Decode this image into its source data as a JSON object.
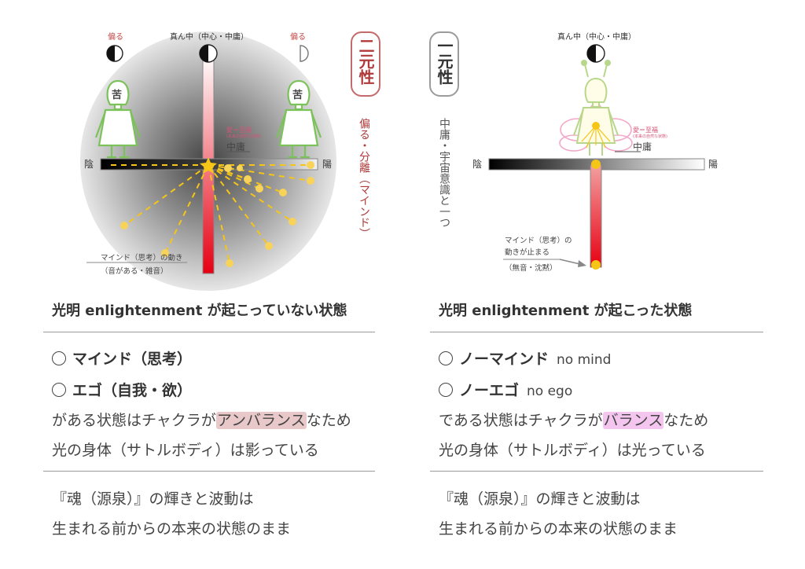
{
  "left_panel": {
    "label_bias_left": "偏る",
    "label_center": "真ん中（中心・中庸）",
    "label_bias_right": "偏る",
    "figure_face_glyph": "苦",
    "label_yin": "陰",
    "label_yang": "陽",
    "love_label": "愛＝至福",
    "love_sub": "(本来の自然な状態)",
    "middle_label": "中庸",
    "mind_move_label": "マインド（思考）の動き",
    "mind_move_sub": "（音がある・雑音）",
    "vertical_box": "二元性",
    "vertical_text": "偏る・分離（マインド）",
    "heading": "光明 enlightenment が起こっていない状態",
    "item1": "マインド（思考）",
    "item2": "エゴ（自我・欲）",
    "line3_pre": "がある状態はチャクラが",
    "line3_hl": "アンバランス",
    "line3_post": "なため",
    "line4": "光の身体（サトルボディ）は影っている",
    "soul1": "『魂（源泉）』の輝きと波動は",
    "soul2": "生まれる前からの本来の状態のまま"
  },
  "right_panel": {
    "label_center": "真ん中（中心・中庸）",
    "label_yin": "陰",
    "label_yang": "陽",
    "love_label": "愛＝至福",
    "love_sub": "(本来の自然な状態)",
    "middle_label": "中庸",
    "mind_stop_label1": "マインド（思考）の",
    "mind_stop_label2": "動きが止まる",
    "mind_stop_sub": "（無音・沈黙）",
    "vertical_box": "一元性",
    "vertical_text": "中庸・宇宙意識と一つ",
    "heading": "光明 enlightenment が起こった状態",
    "item1": "ノーマインド",
    "item1_en": "no mind",
    "item2": "ノーエゴ",
    "item2_en": "no ego",
    "line3_pre": "である状態はチャクラが",
    "line3_hl": "バランス",
    "line3_post": "なため",
    "line4": "光の身体（サトルボディ）は光っている",
    "soul1": "『魂（源泉）』の輝きと波動は",
    "soul2": "生まれる前からの本来の状態のまま"
  },
  "colors": {
    "red_accent": "#c44a4a",
    "gold": "#f5c518",
    "figure_green": "#7cc25a",
    "highlight_red": "#e8c8c8",
    "highlight_pink": "#f4c6ef"
  }
}
